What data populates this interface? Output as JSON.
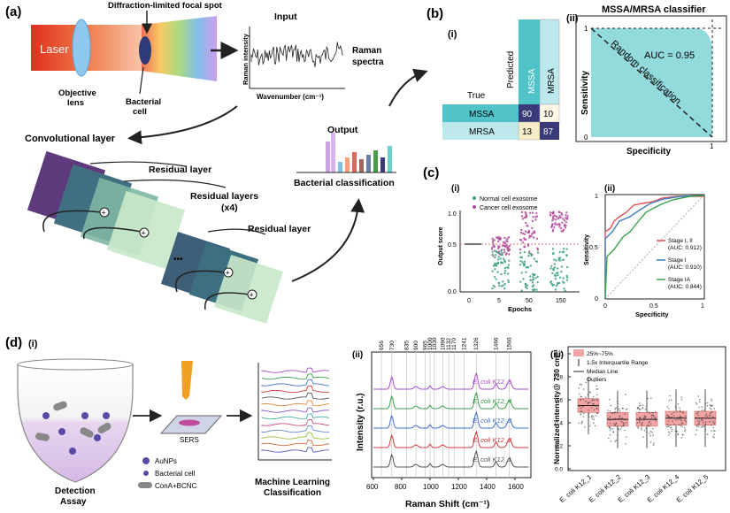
{
  "panel_a": {
    "label": "(a)",
    "laser": "Laser",
    "focal_spot": "Diffraction-limited focal spot",
    "objective": [
      "Objective",
      "lens"
    ],
    "bacterial_cell": [
      "Bacterial",
      "cell"
    ],
    "input_title": "Input",
    "raman_intensity_axis": "Raman intensity",
    "wavenumber_axis": "Wavenumber (cm⁻¹)",
    "raman_spectra": [
      "Raman",
      "spectra"
    ],
    "output_title": "Output",
    "bacterial_classification": "Bacterial classification",
    "conv_layer": "Convolutional layer",
    "residual_layer_1": "Residual layer",
    "residual_layers_x4": [
      "Residual layers",
      "(x4)"
    ],
    "residual_layer_2": "Residual layer",
    "plus": "+",
    "dots": "•••"
  },
  "panel_b": {
    "label": "(b)",
    "sub_i": "(i)",
    "sub_ii": "(ii)",
    "predicted": "Predicted",
    "true": "True",
    "col_mssa": "MSSA",
    "col_mrsa": "MRSA",
    "rows": [
      {
        "label": "MSSA",
        "values": [
          "90",
          "10"
        ]
      },
      {
        "label": "MRSA",
        "values": [
          "13",
          "87"
        ]
      }
    ],
    "roc_title": "MSSA/MRSA classifier",
    "sensitivity": "Sensitivity",
    "specificity": "Specificity",
    "auc": "AUC = 0.95",
    "random": "Random classification",
    "tick_1y": "1",
    "tick_0": "0",
    "tick_1x": "1"
  },
  "panel_c": {
    "label": "(c)",
    "sub_i": "(i)",
    "sub_ii": "(ii)",
    "legend_normal": "Normal cell exosome",
    "legend_cancer": "Cancer cell exosome",
    "y_label": "Output score",
    "x_label": "Epochs",
    "y_ticks": [
      "1.0",
      "0.5",
      "0.0"
    ],
    "x_ticks": [
      "0",
      "5",
      "50",
      "150"
    ],
    "roc_y_label": "Sensitivity",
    "roc_x_label": "Specificity",
    "roc_y_ticks": [
      "1",
      "0.5",
      "0"
    ],
    "roc_x_ticks": [
      "0",
      "0.5",
      "1"
    ],
    "legend": [
      {
        "name": "Stage I, II",
        "auc": "(AUC: 0.912)",
        "color": "#e0505a"
      },
      {
        "name": "Stage I",
        "auc": "(AUC: 0.910)",
        "color": "#3f7fbf"
      },
      {
        "name": "Stage IA",
        "auc": "(AUC: 0.844)",
        "color": "#3aa04a"
      }
    ]
  },
  "panel_d": {
    "label": "(d)",
    "sub_i": "(i)",
    "sub_ii": "(ii)",
    "sub_iii": "(iii)",
    "sers": "SERS",
    "aunps": "AuNPs",
    "bacterial_cell": "Bacterial cell",
    "cona": "ConA+BCNC",
    "detection": [
      "Detection",
      "Assay"
    ],
    "ml": [
      "Machine Learning",
      "Classification"
    ],
    "intensity_axis": "Intensity (r.u.)",
    "raman_shift_axis": "Raman Shift (cm⁻¹)",
    "x_ticks": [
      "600",
      "800",
      "1000",
      "1200",
      "1400",
      "1600"
    ],
    "peaks": [
      "656",
      "730",
      "835",
      "900",
      "965",
      "1000",
      "1030",
      "1090",
      "1132",
      "1170",
      "1241",
      "1326",
      "1466",
      "1560"
    ],
    "spectra": [
      {
        "label": "E. coli K12_5",
        "color": "#a64fc9"
      },
      {
        "label": "E. coli K12_4",
        "color": "#3aa04a"
      },
      {
        "label": "E. coli K12_3",
        "color": "#3f6fc9"
      },
      {
        "label": "E. coli K12_2",
        "color": "#d03a3a"
      },
      {
        "label": "E. coli K12_1",
        "color": "#555555"
      }
    ],
    "box_legend": [
      "25%~75%",
      "1.5x Interquartile Range",
      "Median Line",
      "Outliers"
    ],
    "box_y_label": "Normalized intensity@ 730 cm⁻¹",
    "box_y_ticks": [
      "1.0",
      "0.8",
      "0.6",
      "0.4",
      "0.2",
      "0.0"
    ],
    "box_categories": [
      "E. coli K12_1",
      "E. coli K12_2",
      "E. coli K12_3",
      "E. coli K12_4",
      "E. coli K12_5"
    ]
  },
  "colors": {
    "teal": "#4fc3c8",
    "teal_light": "#bde9ec",
    "navy": "#3a3a78",
    "box_fill": "#f2a3a3"
  }
}
